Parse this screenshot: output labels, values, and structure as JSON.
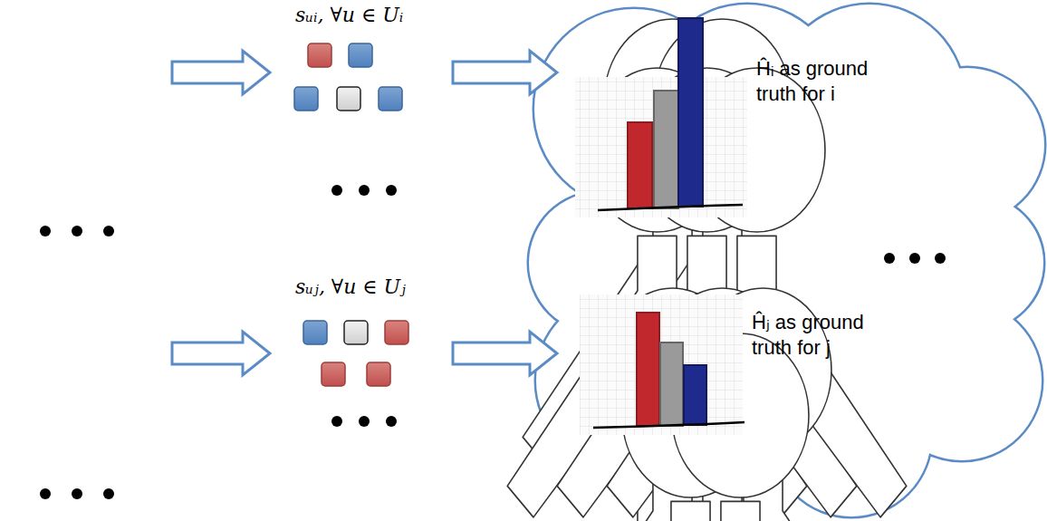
{
  "diagram": {
    "nodes": [
      {
        "text": [
          "sᵤᵢ, ∀u ∈ Uᵢ"
        ]
      },
      {
        "text": [
          "sᵤⱼ, ∀u ∈ Uⱼ"
        ]
      },
      {
        "text": [
          "Ĥᵢ as ground truth for i"
        ]
      },
      {
        "text": [
          "Ĥⱼ as ground truth for j"
        ]
      }
    ],
    "edges": [
      {
        "from": 0,
        "to": 2,
        "arrow": "to"
      },
      {
        "from": 1,
        "to": 3,
        "arrow": "to"
      }
    ]
  }
}
